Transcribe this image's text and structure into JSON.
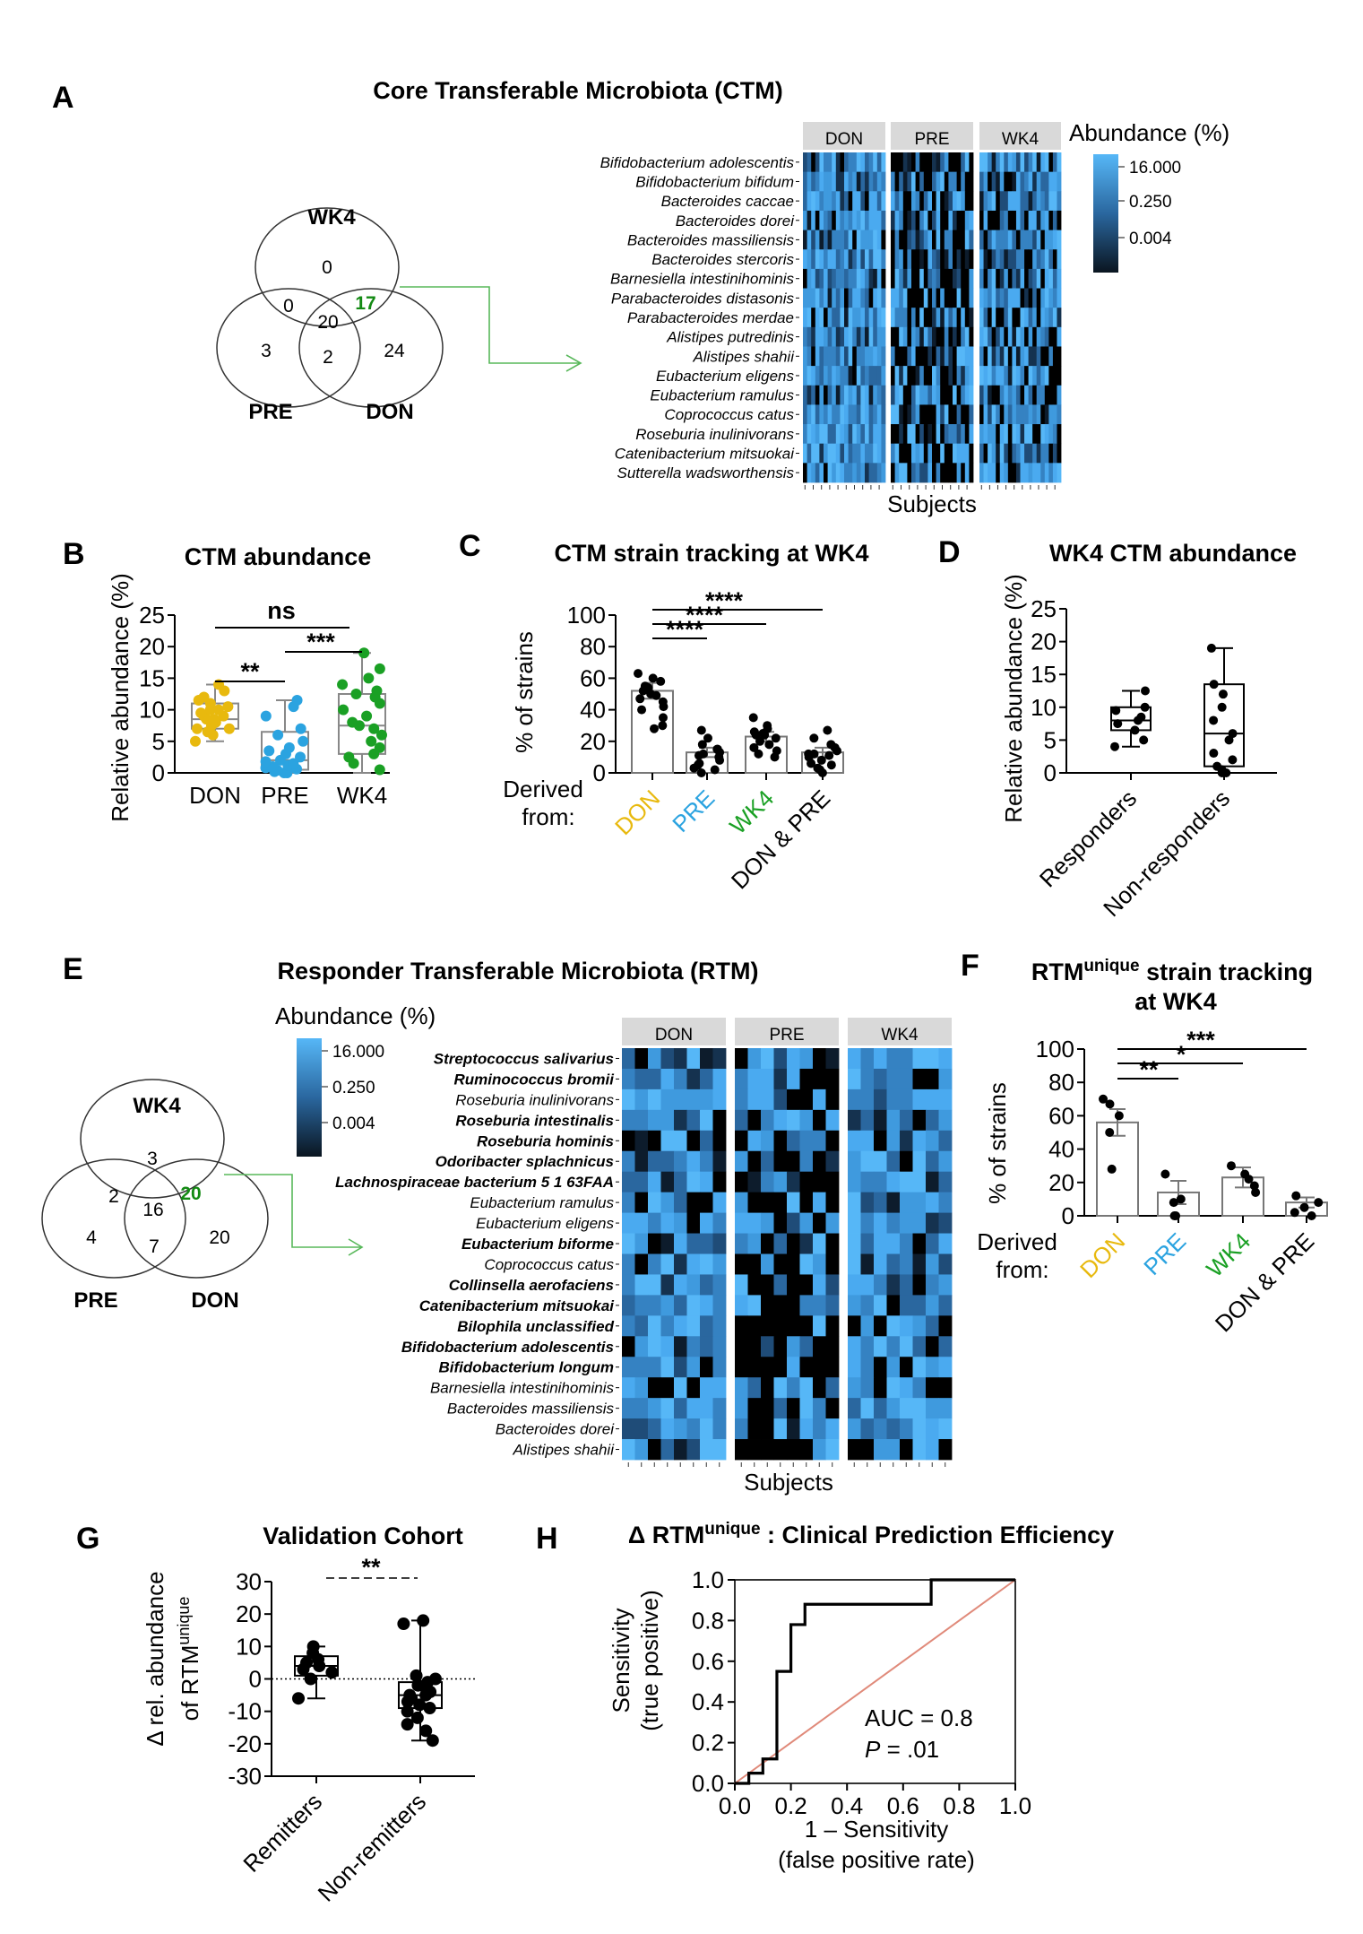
{
  "panels": {
    "A": {
      "letter": "A",
      "title": "Core Transferable Microbiota (CTM)",
      "venn": {
        "labels": [
          "WK4",
          "PRE",
          "DON"
        ],
        "values": [
          "0",
          "0",
          "17",
          "3",
          "20",
          "2",
          "24"
        ]
      },
      "heatmap": {
        "groups": [
          "DON",
          "PRE",
          "WK4"
        ],
        "xlabel": "Subjects",
        "legend_title": "Abundance (%)",
        "legend_ticks": [
          "16.000",
          "0.250",
          "0.004"
        ],
        "species": [
          "Bifidobacterium adolescentis",
          "Bifidobacterium bifidum",
          "Bacteroides caccae",
          "Bacteroides dorei",
          "Bacteroides massiliensis",
          "Bacteroides stercoris",
          "Barnesiella intestinihominis",
          "Parabacteroides distasonis",
          "Parabacteroides merdae",
          "Alistipes putredinis",
          "Alistipes shahii",
          "Eubacterium eligens",
          "Eubacterium ramulus",
          "Coprococcus catus",
          "Roseburia inulinivorans",
          "Catenibacterium mitsuokai",
          "Sutterella wadsworthensis"
        ]
      }
    },
    "B": {
      "letter": "B",
      "title": "CTM abundance",
      "ylabel": "Relative abundance (%)",
      "sig": [
        "ns",
        "**",
        "***"
      ]
    },
    "C": {
      "letter": "C",
      "title": "CTM strain tracking at WK4",
      "ylabel": "% of strains",
      "derived": [
        "Derived",
        "from:"
      ],
      "sig": [
        "****",
        "****",
        "****"
      ]
    },
    "D": {
      "letter": "D",
      "title": "WK4 CTM abundance",
      "ylabel": "Relative abundance (%)"
    },
    "E": {
      "letter": "E",
      "title": "Responder Transferable Microbiota (RTM)",
      "venn": {
        "labels": [
          "WK4",
          "PRE",
          "DON"
        ],
        "values": [
          "3",
          "2",
          "20",
          "4",
          "16",
          "7",
          "20"
        ]
      },
      "heatmap": {
        "groups": [
          "DON",
          "PRE",
          "WK4"
        ],
        "xlabel": "Subjects",
        "legend_title": "Abundance (%)",
        "legend_ticks": [
          "16.000",
          "0.250",
          "0.004"
        ],
        "species": [
          "Streptococcus salivarius",
          "Ruminococcus bromii",
          "Roseburia inulinivorans",
          "Roseburia intestinalis",
          "Roseburia hominis",
          "Odoribacter splachnicus",
          "Lachnospiraceae bacterium 5 1 63FAA",
          "Eubacterium ramulus",
          "Eubacterium eligens",
          "Eubacterium biforme",
          "Coprococcus catus",
          "Collinsella aerofaciens",
          "Catenibacterium mitsuokai",
          "Bilophila unclassified",
          "Bifidobacterium adolescentis",
          "Bifidobacterium longum",
          "Barnesiella intestinihominis",
          "Bacteroides massiliensis",
          "Bacteroides dorei",
          "Alistipes shahii"
        ],
        "bold": [
          true,
          true,
          false,
          true,
          true,
          true,
          true,
          false,
          false,
          true,
          false,
          true,
          true,
          true,
          true,
          true,
          false,
          false,
          false,
          false
        ]
      }
    },
    "F": {
      "letter": "F",
      "title_main": "RTM",
      "title_sup": "unique",
      "title_rest": " strain tracking",
      "title_line2": "at WK4",
      "ylabel": "% of strains",
      "derived": [
        "Derived",
        "from:"
      ],
      "sig": [
        "**",
        "*",
        "***"
      ]
    },
    "G": {
      "letter": "G",
      "title": "Validation Cohort",
      "ylabel_line1": "Δ rel. abundance",
      "ylabel_line2a": "of RTM",
      "ylabel_sup": "unique",
      "sig": "**"
    },
    "H": {
      "letter": "H",
      "title_a": "Δ RTM",
      "title_sup": "unique",
      "title_b": " : Clinical Prediction Efficiency",
      "ylabel_line1": "Sensitivity",
      "ylabel_line2": "(true positive)",
      "xlabel_line1": "1 – Sensitivity",
      "xlabel_line2": "(false positive rate)",
      "auc": "AUC = 0.8",
      "p_italic": "P",
      "p_rest": " = .01"
    }
  },
  "colors": {
    "DON": "#e8b90e",
    "PRE": "#2ba3e0",
    "WK4": "#1aa024",
    "venn_highlight": "#138a13",
    "arrow": "#58b85a",
    "roc_diag": "#e08a7a"
  },
  "chart_data": [
    {
      "panel": "B",
      "type": "box",
      "categories": [
        "DON",
        "PRE",
        "WK4"
      ],
      "ylim": [
        0,
        25
      ],
      "yticks": [
        0,
        5,
        10,
        15,
        20,
        25
      ],
      "series": [
        {
          "name": "DON",
          "min": 5,
          "q1": 7,
          "median": 8.5,
          "q3": 11,
          "max": 14,
          "points": [
            5,
            6,
            6.5,
            7,
            7,
            7.5,
            8,
            8,
            8.5,
            8.5,
            9,
            9,
            9.5,
            10,
            10,
            10.5,
            11,
            11.5,
            12,
            13,
            14
          ]
        },
        {
          "name": "PRE",
          "min": 0,
          "q1": 0.5,
          "median": 2,
          "q3": 6.5,
          "max": 11.5,
          "points": [
            0,
            0,
            0.2,
            0.4,
            0.6,
            0.8,
            1,
            1.2,
            1.5,
            1.8,
            2,
            2.5,
            3,
            3.5,
            4,
            5,
            6,
            7,
            9,
            10.5,
            11.5
          ]
        },
        {
          "name": "WK4",
          "min": 0,
          "q1": 3,
          "median": 7.5,
          "q3": 12.5,
          "max": 19,
          "points": [
            0.5,
            1.5,
            2.5,
            3,
            4,
            5,
            6,
            7,
            7.5,
            8,
            9,
            10,
            11,
            12,
            12.5,
            13,
            14,
            15,
            16.5,
            19
          ]
        }
      ]
    },
    {
      "panel": "C",
      "type": "bar",
      "categories": [
        "DON",
        "PRE",
        "WK4",
        "DON & PRE"
      ],
      "ylim": [
        0,
        100
      ],
      "yticks": [
        0,
        20,
        40,
        60,
        80,
        100
      ],
      "values": [
        52,
        13,
        23,
        13
      ],
      "errors": [
        5,
        3,
        3,
        3
      ],
      "points": [
        [
          63,
          58,
          55,
          52,
          50,
          49,
          47,
          45,
          42,
          40,
          35,
          30,
          28,
          60,
          54
        ],
        [
          27,
          22,
          18,
          15,
          13,
          12,
          11,
          10,
          8,
          6,
          5,
          3,
          2,
          0,
          15
        ],
        [
          35,
          30,
          28,
          26,
          25,
          24,
          22,
          20,
          18,
          16,
          14,
          12,
          10,
          24
        ],
        [
          27,
          22,
          18,
          16,
          14,
          12,
          11,
          10,
          8,
          6,
          5,
          3,
          2,
          0,
          12
        ]
      ]
    },
    {
      "panel": "D",
      "type": "box",
      "categories": [
        "Responders",
        "Non-responders"
      ],
      "ylim": [
        0,
        25
      ],
      "yticks": [
        0,
        5,
        10,
        15,
        20,
        25
      ],
      "series": [
        {
          "name": "Responders",
          "min": 4,
          "q1": 6.5,
          "median": 8,
          "q3": 10,
          "max": 12.5,
          "points": [
            4,
            5,
            6.5,
            7.5,
            8,
            8.5,
            9.5,
            10,
            12.5
          ]
        },
        {
          "name": "Non-responders",
          "min": 0,
          "q1": 1,
          "median": 6,
          "q3": 13.5,
          "max": 19,
          "points": [
            0,
            0,
            0.5,
            1,
            2,
            3,
            5,
            6,
            8,
            10,
            12,
            13.5,
            19
          ]
        }
      ]
    },
    {
      "panel": "F",
      "type": "bar",
      "categories": [
        "DON",
        "PRE",
        "WK4",
        "DON & PRE"
      ],
      "ylim": [
        0,
        100
      ],
      "yticks": [
        0,
        20,
        40,
        60,
        80,
        100
      ],
      "values": [
        56,
        14,
        23,
        8
      ],
      "errors": [
        8,
        7,
        6,
        3
      ],
      "points": [
        [
          70,
          67,
          60,
          50,
          28
        ],
        [
          25,
          10,
          8,
          0,
          0
        ],
        [
          30,
          25,
          22,
          18,
          14
        ],
        [
          12,
          8,
          5,
          2,
          0
        ]
      ]
    },
    {
      "panel": "G",
      "type": "box",
      "categories": [
        "Remitters",
        "Non-remitters"
      ],
      "ylim": [
        -30,
        30
      ],
      "yticks": [
        -30,
        -20,
        -10,
        0,
        10,
        20,
        30
      ],
      "series": [
        {
          "name": "Remitters",
          "min": -6,
          "q1": 1,
          "median": 4,
          "q3": 7,
          "max": 10,
          "points": [
            -6,
            0,
            2,
            3,
            4,
            5,
            6,
            8,
            10
          ]
        },
        {
          "name": "Non-remitters",
          "min": -19,
          "q1": -9,
          "median": -5,
          "q3": -1,
          "max": 18,
          "points": [
            -19,
            -16,
            -14,
            -12,
            -10,
            -9,
            -8,
            -7,
            -6,
            -5,
            -5,
            -4,
            -3,
            -2,
            -1,
            0,
            1,
            17,
            18
          ]
        }
      ]
    },
    {
      "panel": "H",
      "type": "line",
      "xlim": [
        0,
        1
      ],
      "ylim": [
        0,
        1
      ],
      "xticks": [
        0.0,
        0.2,
        0.4,
        0.6,
        0.8,
        1.0
      ],
      "yticks": [
        0.0,
        0.2,
        0.4,
        0.6,
        0.8,
        1.0
      ],
      "x": [
        0,
        0.05,
        0.05,
        0.1,
        0.1,
        0.15,
        0.15,
        0.2,
        0.2,
        0.25,
        0.25,
        0.3,
        0.3,
        0.7,
        0.7,
        0.8,
        0.8,
        1.0
      ],
      "y": [
        0,
        0,
        0.05,
        0.05,
        0.12,
        0.12,
        0.55,
        0.55,
        0.78,
        0.78,
        0.88,
        0.88,
        0.88,
        0.88,
        1.0,
        1.0,
        1.0,
        1.0
      ],
      "auc": 0.8
    }
  ]
}
